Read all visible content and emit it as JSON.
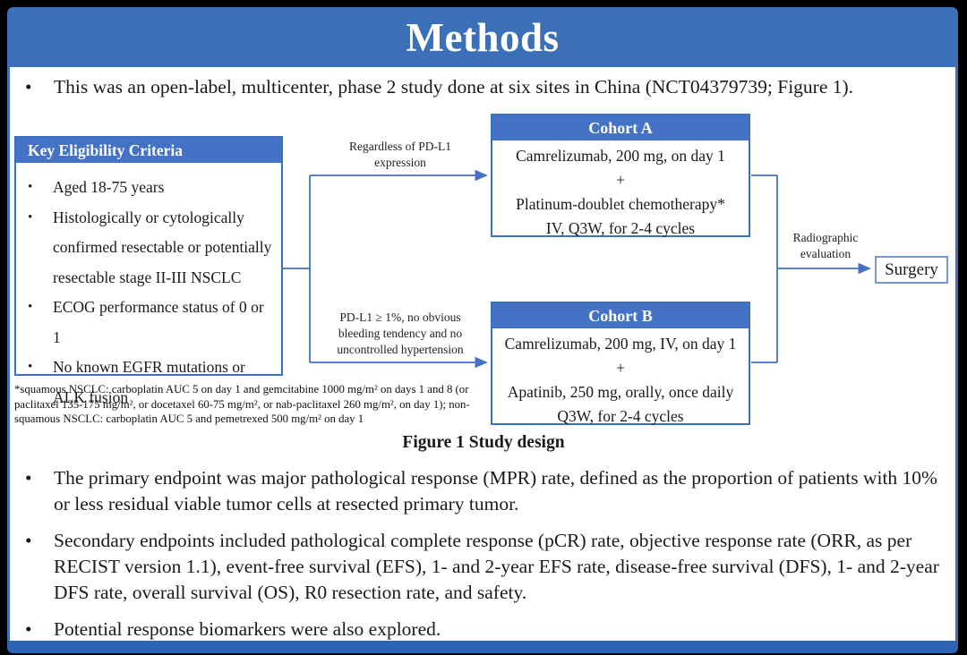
{
  "slide": {
    "title": "Methods",
    "colors": {
      "title_bar_blue": "#3b70b8",
      "box_header_blue": "#4472c4",
      "connector_blue": "#4472c4",
      "bottom_bar_blue": "#2d65b4",
      "surgery_border_blue": "#7396d5"
    },
    "intro_bullet": "This was an open-label, multicenter, phase 2 study done at six sites in China (NCT04379739; Figure 1).",
    "figure": {
      "eligibility": {
        "title": "Key  Eligibility Criteria",
        "items": [
          "Aged 18-75 years",
          "Histologically or cytologically confirmed resectable or potentially resectable stage II-III  NSCLC",
          "ECOG performance status of 0 or 1",
          "No known EGFR mutations or ALK fusion"
        ]
      },
      "arm_a_label": "Regardless  of PD-L1\nexpression",
      "arm_b_label": "PD-L1 ≥ 1%, no obvious\nbleeding tendency and no\nuncontrolled  hypertension",
      "cohort_a": {
        "title": "Cohort A",
        "lines": [
          "Camrelizumab, 200 mg, on day 1",
          "+",
          "Platinum-doublet chemotherapy*",
          "IV, Q3W, for 2-4 cycles"
        ]
      },
      "cohort_b": {
        "title": "Cohort B",
        "lines": [
          "Camrelizumab, 200 mg, IV, on day 1",
          "+",
          "Apatinib, 250 mg, orally, once daily",
          "Q3W, for 2-4 cycles"
        ]
      },
      "radiographic_label": "Radiographic\nevaluation",
      "surgery_label": "Surgery",
      "footnote": "*squamous NSCLC: carboplatin AUC 5 on day 1 and gemcitabine 1000 mg/m² on days 1 and 8 (or paclitaxel 135-175 mg/m², or docetaxel 60-75 mg/m², or nab-paclitaxel 260 mg/m², on day 1); non-squamous NSCLC: carboplatin AUC 5 and pemetrexed 500 mg/m² on day 1",
      "caption": "Figure 1 Study design"
    },
    "bullets": [
      "The primary endpoint was major pathological response (MPR) rate, defined as the proportion of patients with 10% or less residual viable tumor cells at resected primary tumor.",
      "Secondary endpoints included pathological complete response (pCR) rate, objective response rate (ORR, as per RECIST version 1.1), event-free survival (EFS), 1- and 2-year EFS rate, disease-free survival (DFS), 1- and 2-year DFS rate, overall survival (OS), R0 resection rate, and safety.",
      "Potential response biomarkers were also explored."
    ],
    "bullet_glyph": "•"
  }
}
